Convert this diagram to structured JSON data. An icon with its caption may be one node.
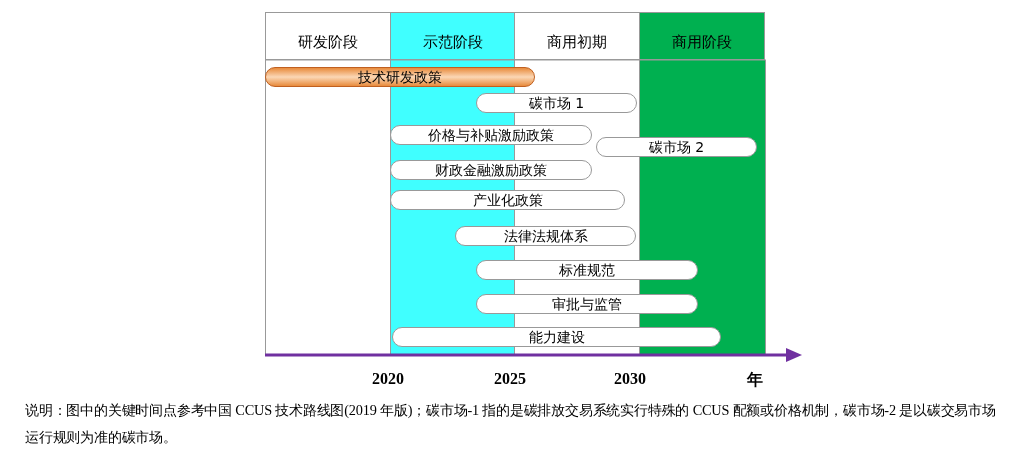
{
  "diagram": {
    "nodes": [
      {
        "text": [
          "研发阶段"
        ]
      },
      {
        "text": [
          "示范阶段"
        ]
      },
      {
        "text": [
          "商用初期"
        ]
      },
      {
        "text": [
          "商用阶段"
        ]
      },
      {
        "text": [
          "技术研发政策"
        ]
      },
      {
        "text": [
          "碳市场 1"
        ]
      },
      {
        "text": [
          "价格与补贴激励政策"
        ]
      },
      {
        "text": [
          "碳市场 2"
        ]
      },
      {
        "text": [
          "财政金融激励政策"
        ]
      },
      {
        "text": [
          "产业化政策"
        ]
      },
      {
        "text": [
          "法律法规体系"
        ]
      },
      {
        "text": [
          "标准规范"
        ]
      },
      {
        "text": [
          "审批与监管"
        ]
      },
      {
        "text": [
          "能力建设"
        ]
      }
    ],
    "edges": [],
    "labels": [
      "2020",
      "2025",
      "2030",
      "年"
    ],
    "caption": "说明：图中的关键时间点参考中国 CCUS 技术路线图(2019 年版)；碳市场-1 指的是碳排放交易系统实行特殊的 CCUS 配额或价格机制，碳市场-2 是以碳交易市场运行规则为准的碳市场。"
  }
}
